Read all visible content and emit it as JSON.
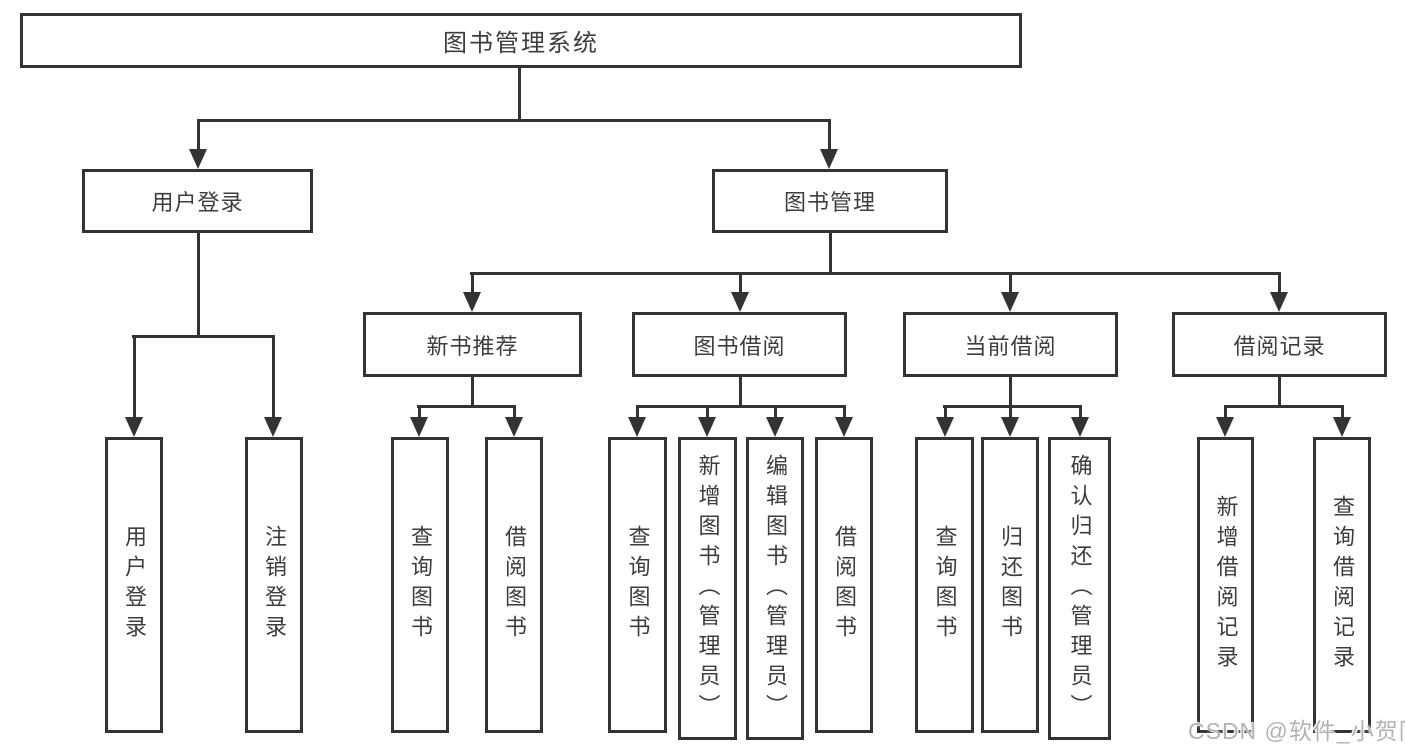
{
  "nodes": {
    "root": {
      "label": "图书管理系统"
    },
    "user_login": {
      "label": "用户登录"
    },
    "book_mgmt": {
      "label": "图书管理"
    },
    "new_book": {
      "label": "新书推荐"
    },
    "book_borrow": {
      "label": "图书借阅"
    },
    "current_borrow": {
      "label": "当前借阅"
    },
    "borrow_records": {
      "label": "借阅记录"
    },
    "leaf_user_login": {
      "label": "用户登录"
    },
    "leaf_logout": {
      "label": "注销登录"
    },
    "leaf_query_book_new": {
      "label": "查询图书"
    },
    "leaf_borrow_book_new": {
      "label": "借阅图书"
    },
    "leaf_query_book_borrow": {
      "label": "查询图书"
    },
    "leaf_add_book": {
      "label": "新增图书（管理员）"
    },
    "leaf_edit_book": {
      "label": "编辑图书（管理员）"
    },
    "leaf_borrow_book_borrow": {
      "label": "借阅图书"
    },
    "leaf_query_book_current": {
      "label": "查询图书"
    },
    "leaf_return_book": {
      "label": "归还图书"
    },
    "leaf_confirm_return": {
      "label": "确认归还（管理员）"
    },
    "leaf_add_borrow_record": {
      "label": "新增借阅记录"
    },
    "leaf_query_borrow_record": {
      "label": "查询借阅记录"
    }
  },
  "hierarchy": {
    "图书管理系统": {
      "用户登录": [
        "用户登录",
        "注销登录"
      ],
      "图书管理": {
        "新书推荐": [
          "查询图书",
          "借阅图书"
        ],
        "图书借阅": [
          "查询图书",
          "新增图书（管理员）",
          "编辑图书（管理员）",
          "借阅图书"
        ],
        "当前借阅": [
          "查询图书",
          "归还图书",
          "确认归还（管理员）"
        ],
        "借阅记录": [
          "新增借阅记录",
          "查询借阅记录"
        ]
      }
    }
  },
  "watermark": {
    "text": "CSDN @软件_小贺同学",
    "color": "#b3b3b3"
  },
  "colors": {
    "line": "#333333",
    "box_border": "#333333",
    "text": "#3d3d3d",
    "background": "#ffffff"
  }
}
